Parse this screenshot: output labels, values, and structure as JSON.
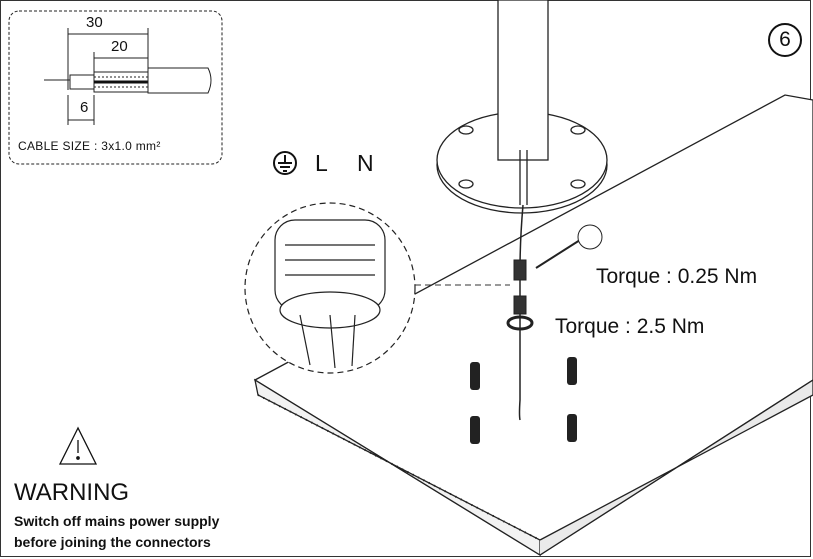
{
  "step": {
    "number": "6"
  },
  "cable_box": {
    "dim_30": "30",
    "dim_20": "20",
    "dim_6": "6",
    "cable_size": "CABLE SIZE : 3x1.0 mm²"
  },
  "wire_labels": {
    "earth_icon": "earth-ground-icon",
    "live": "L",
    "neutral": "N"
  },
  "torques": {
    "small_nut": "Torque : 0.25 Nm",
    "large_nut": "Torque : 2.5 Nm"
  },
  "warning": {
    "icon": "warning-triangle-icon",
    "title": "WARNING",
    "line1": "Switch off mains power supply",
    "line2": "before joining the connectors"
  }
}
